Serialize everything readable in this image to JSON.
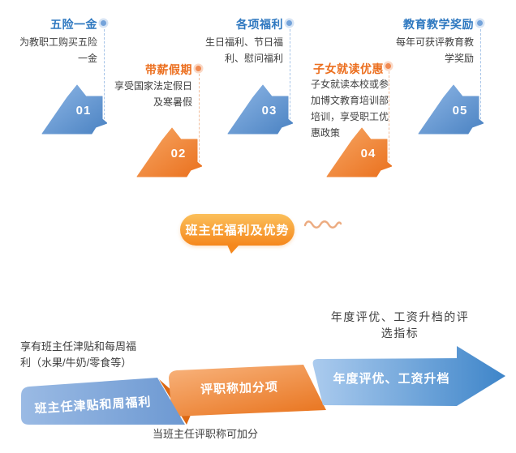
{
  "steps": [
    {
      "num": "01",
      "title": "五险一金",
      "desc": "为教职工购买五险\n一金"
    },
    {
      "num": "02",
      "title": "带薪假期",
      "desc": "享受国家法定假日\n及寒暑假"
    },
    {
      "num": "03",
      "title": "各项福利",
      "desc": "生日福利、节日福\n利、慰问福利"
    },
    {
      "num": "04",
      "title": "子女就读优惠",
      "desc": "子女就读本校或参\n加博文教育培训部\n培训，享受职工优\n惠政策"
    },
    {
      "num": "05",
      "title": "教育教学奖励",
      "desc": "每年可获评教育教\n学奖励"
    }
  ],
  "banner": {
    "label": "班主任福利及优势"
  },
  "bottom": {
    "note_left": "享有班主任津贴和每周福\n利（水果/牛奶/零食等）",
    "note_right": "年度评优、工资升档的评\n选指标",
    "note_bottom": "当班主任评职称可加分",
    "segments": [
      {
        "label": "班主任津贴和周福利"
      },
      {
        "label": "评职称加分项"
      },
      {
        "label": "年度评优、工资升档"
      }
    ]
  },
  "colors": {
    "title_blue": "#2E78C0",
    "title_orange": "#EC6F1F",
    "arrow_blue_light": "#8FB7E6",
    "arrow_blue_dark": "#4A82C2",
    "arrow_orange_light": "#F7A765",
    "arrow_orange_dark": "#EA701D",
    "banner_light": "#FBC05B",
    "banner_dark": "#F5871C",
    "big_arrow_blue": "#3E85C9"
  }
}
